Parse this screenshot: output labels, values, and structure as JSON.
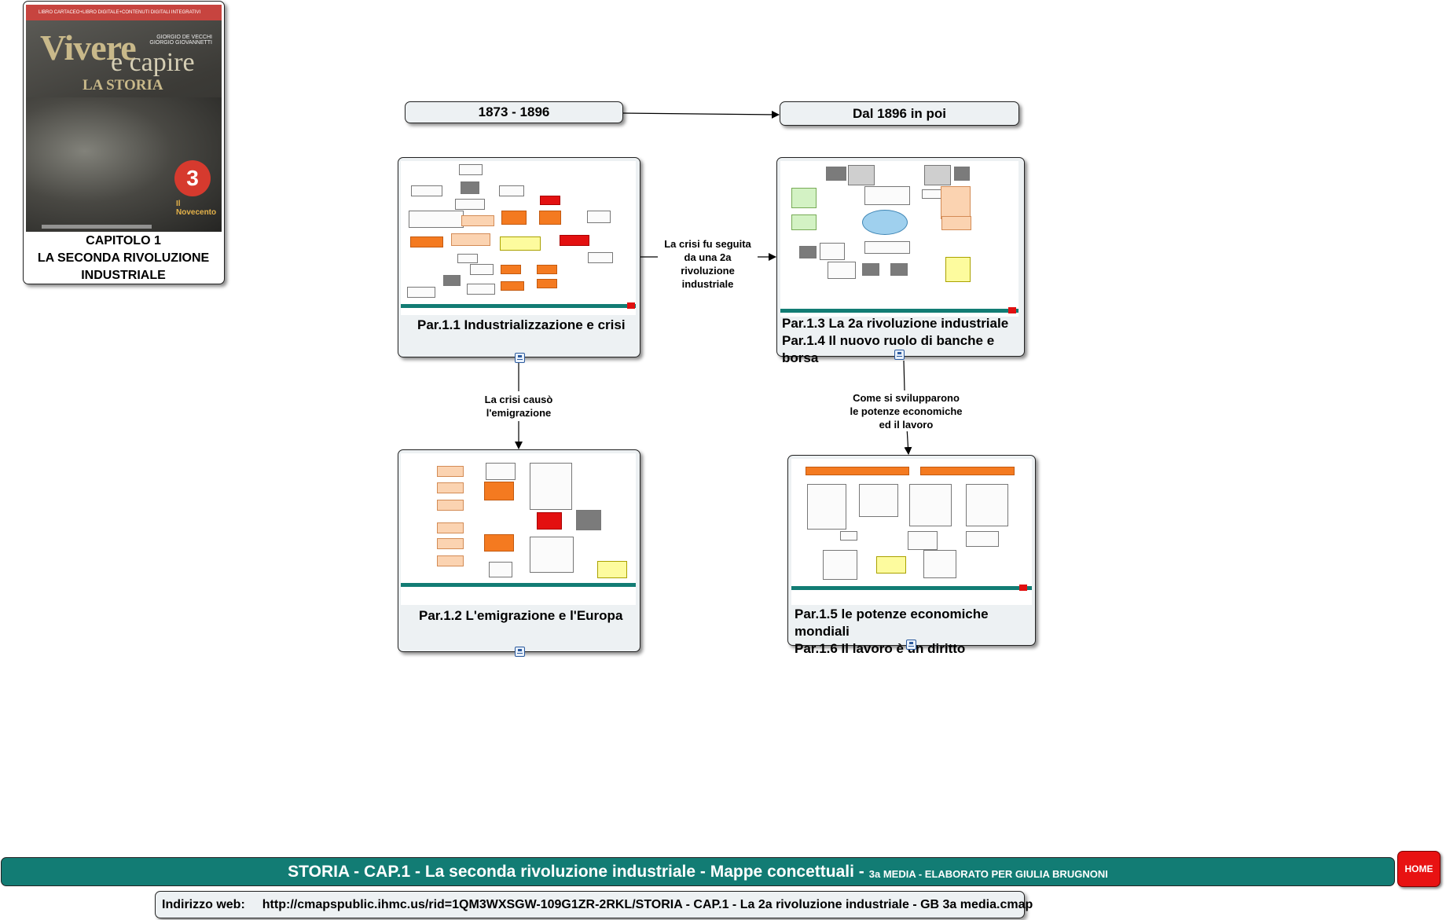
{
  "cover": {
    "banner_text": "LIBRO CARTACEO+LIBRO DIGITALE+CONTENUTI DIGITALI INTEGRATIVI",
    "authors": "GIORGIO DE VECCHI\nGIORGIO GIOVANNETTI",
    "title_1": "Vivere",
    "title_2": "e capire",
    "title_3": "LA STORIA",
    "volume": "3",
    "volume_label": "Il Novecento",
    "caption": "CAPITOLO 1\nLA SECONDA RIVOLUZIONE\nINDUSTRIALE"
  },
  "periods": {
    "left": "1873 - 1896",
    "right": "Dal 1896 in poi"
  },
  "maps": {
    "m1": "Par.1.1 Industrializzazione e crisi",
    "m2": "Par.1.2 L'emigrazione e l'Europa",
    "m3": "Par.1.3 La 2a rivoluzione industriale\nPar.1.4 Il nuovo ruolo di banche e borsa",
    "m4": "Par.1.5 le potenze economiche mondiali\nPar.1.6 Il lavoro è un diritto"
  },
  "links": {
    "crisi_rivoluzione": "La crisi fu seguita\nda una 2a rivoluzione\nindustriale",
    "crisi_emigrazione": "La crisi causò\nl'emigrazione",
    "potenze_lavoro": "Come si svilupparono\nle potenze economiche\ned il lavoro"
  },
  "footer": {
    "banner_main": "STORIA - CAP.1 - La seconda rivoluzione industriale - Mappe concettuali -",
    "banner_sub": "3a MEDIA - ELABORATO  PER GIULIA BRUGNONI",
    "home": "HOME",
    "address_label": "Indirizzo web:",
    "address_url": "http://cmapspublic.ihmc.us/rid=1QM3WXSGW-109G1ZR-2RKL/STORIA - CAP.1 - La 2a rivoluzione industriale - GB 3a media.cmap"
  },
  "colors": {
    "teal": "#127c74",
    "red": "#e81212",
    "box_bg": "#edf1f3"
  }
}
